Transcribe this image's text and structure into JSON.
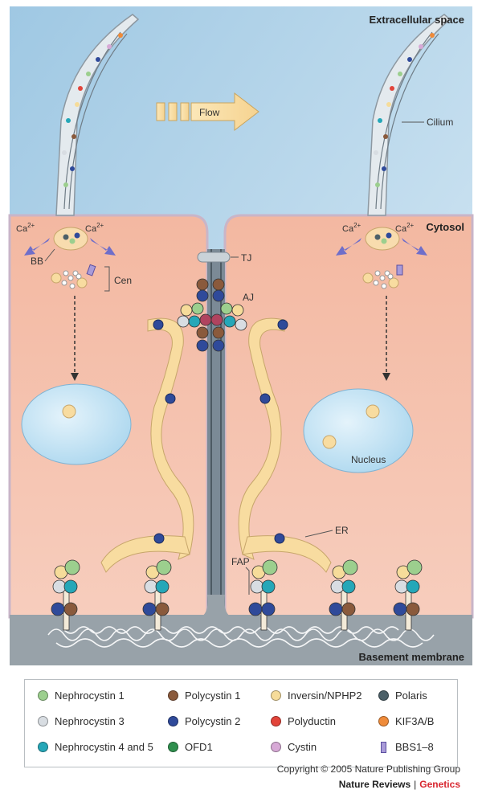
{
  "labels": {
    "extracellular": "Extracellular space",
    "cytosol": "Cytosol",
    "basement": "Basement membrane",
    "flow": "Flow",
    "cilium": "Cilium",
    "ca_left_a": "Ca",
    "ca_sup": "2+",
    "bb": "BB",
    "cen": "Cen",
    "tj": "TJ",
    "aj": "AJ",
    "nucleus": "Nucleus",
    "er": "ER",
    "fap": "FAP"
  },
  "legend": [
    {
      "label": "Nephrocystin 1",
      "color": "#9ccf8e",
      "shape": "circle"
    },
    {
      "label": "Polycystin 1",
      "color": "#8a5a3c",
      "shape": "circle"
    },
    {
      "label": "Inversin/NPHP2",
      "color": "#f6dc9a",
      "shape": "circle"
    },
    {
      "label": "Polaris",
      "color": "#4c6068",
      "shape": "circle"
    },
    {
      "label": "Nephrocystin 3",
      "color": "#d8dde2",
      "shape": "circle"
    },
    {
      "label": "Polycystin 2",
      "color": "#2f4a9a",
      "shape": "circle"
    },
    {
      "label": "Polyductin",
      "color": "#e2443a",
      "shape": "circle"
    },
    {
      "label": "KIF3A/B",
      "color": "#ef8b3a",
      "shape": "circle"
    },
    {
      "label": "Nephrocystin 4 and 5",
      "color": "#25a7b8",
      "shape": "circle"
    },
    {
      "label": "OFD1",
      "color": "#2f8f4e",
      "shape": "circle"
    },
    {
      "label": "Cystin",
      "color": "#d7a9d6",
      "shape": "circle"
    },
    {
      "label": "BBS1–8",
      "color": "#a99bd8",
      "shape": "bar"
    }
  ],
  "footer": {
    "copyright": "Copyright © 2005 Nature Publishing Group",
    "journal": "Nature Reviews",
    "separator": "|",
    "section": "Genetics"
  }
}
